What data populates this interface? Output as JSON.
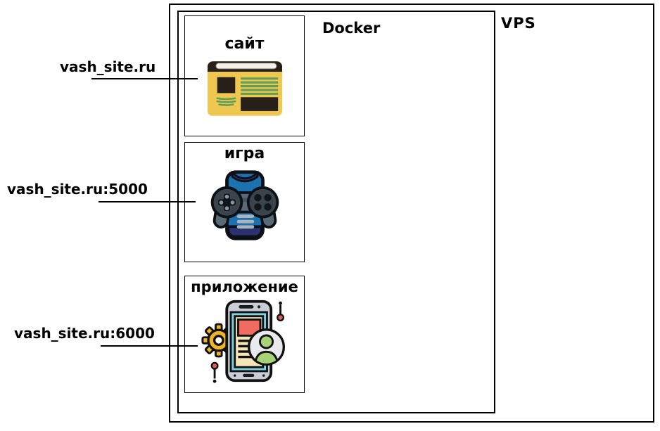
{
  "diagram": {
    "vps_label": "VPS",
    "docker_label": "Docker",
    "services": [
      {
        "title": "сайт",
        "endpoint": "vash_site.ru",
        "icon": "website-browser-icon"
      },
      {
        "title": "игра",
        "endpoint": "vash_site.ru:5000",
        "icon": "gamepad-icon"
      },
      {
        "title": "приложение",
        "endpoint": "vash_site.ru:6000",
        "icon": "mobile-app-icon"
      }
    ],
    "colors": {
      "outline": "#000000",
      "background": "#ffffff",
      "site_yellow": "#eec751",
      "site_dark": "#262019",
      "site_green": "#5f9e57",
      "game_blue": "#1b72ae",
      "game_navy": "#2b3170",
      "game_slate": "#5b6b75",
      "game_pad_dark": "#39444d",
      "game_bar_gray": "#aab2bb",
      "app_body_gray": "#c9cdd8",
      "app_screen_teal": "#7cd1e2",
      "app_page_cream": "#f3e5b8",
      "app_banner_red": "#f26b60",
      "app_avatar_green": "#a8d276",
      "app_gear_yellow": "#f0b42a",
      "app_pin_red": "#e05c5c"
    }
  }
}
